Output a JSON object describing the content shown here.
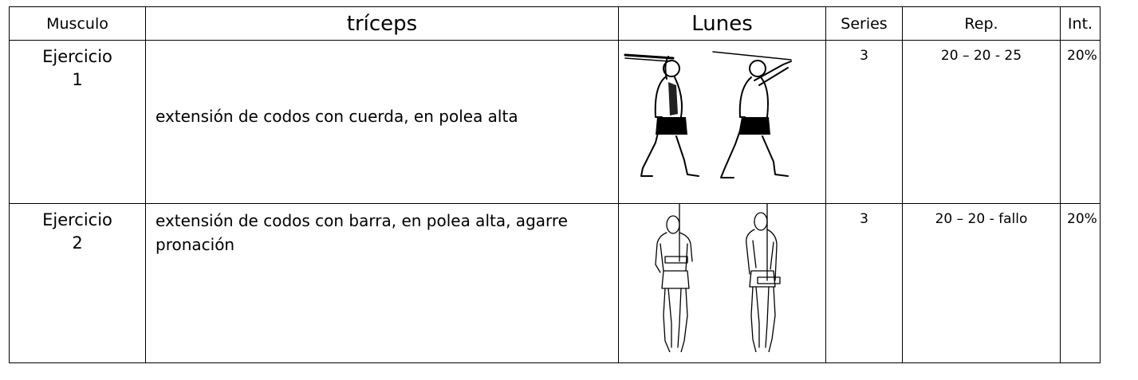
{
  "header": {
    "muscle_label": "Musculo",
    "muscle_name": "tríceps",
    "day": "Lunes",
    "series_label": "Series",
    "reps_label": "Rep.",
    "intensity_label": "Int."
  },
  "rows": [
    {
      "exercise_label": "Ejercicio",
      "exercise_number": "1",
      "description": "extensión de codos con cuerda, en polea alta",
      "illustration_icon": "rope-pushdown-figures",
      "series": "3",
      "reps": "20 – 20 - 25",
      "intensity": "20%"
    },
    {
      "exercise_label": "Ejercicio",
      "exercise_number": "2",
      "description": "extensión de codos con barra, en polea alta, agarre pronación",
      "illustration_icon": "bar-pushdown-figures",
      "series": "3",
      "reps": "20 – 20 - fallo",
      "intensity": "20%"
    }
  ]
}
